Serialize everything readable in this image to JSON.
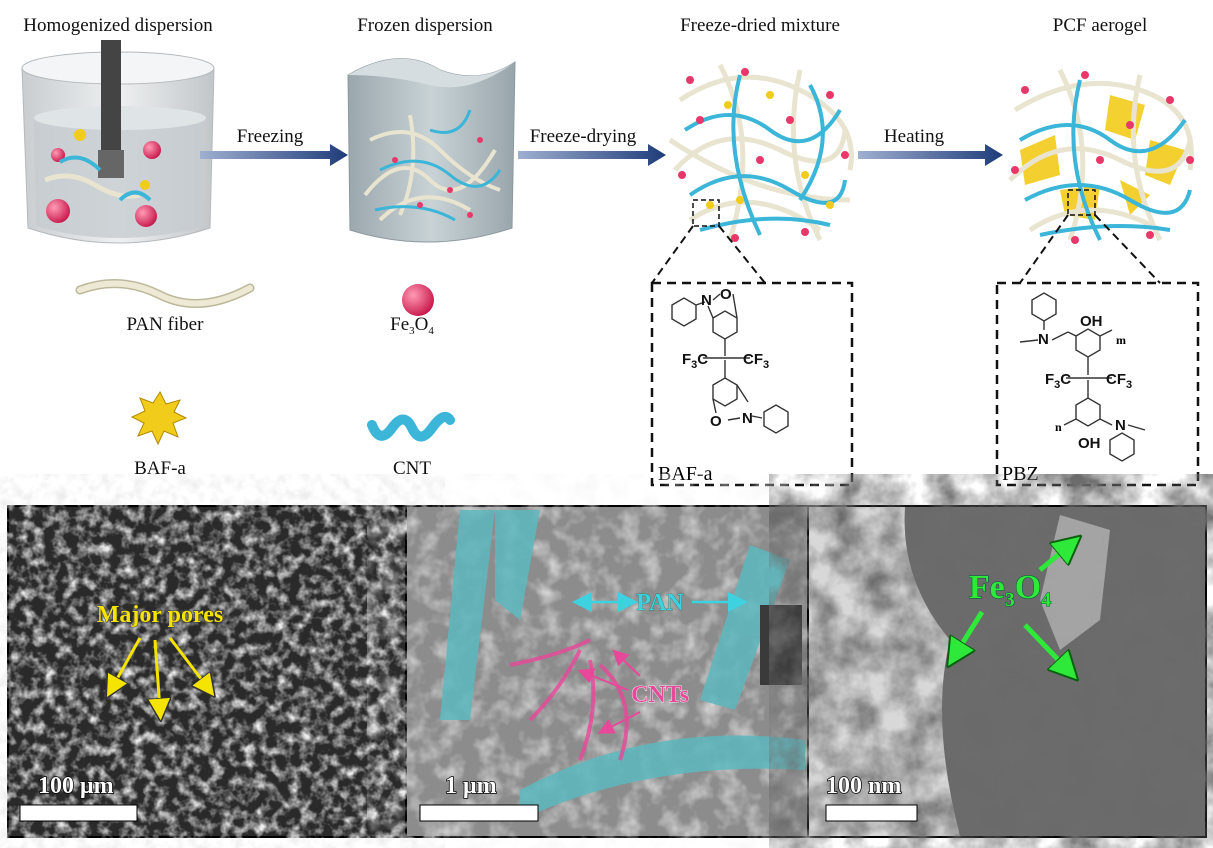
{
  "steps": [
    {
      "title": "Homogenized dispersion"
    },
    {
      "title": "Frozen dispersion"
    },
    {
      "title": "Freeze-dried mixture"
    },
    {
      "title": "PCF aerogel"
    }
  ],
  "arrows": [
    {
      "label": "Freezing"
    },
    {
      "label": "Freeze-drying"
    },
    {
      "label": "Heating"
    }
  ],
  "legend": {
    "pan": "PAN fiber",
    "fe_main": "Fe",
    "fe_sub1": "3",
    "fe_mid": "O",
    "fe_sub2": "4",
    "baf": "BAF-a",
    "cnt": "CNT"
  },
  "structures": {
    "baf": {
      "label": "BAF-a",
      "n": "N",
      "o": "O",
      "f3c": "F",
      "f3c_sub": "3",
      "f3c_c": "C",
      "cf3": "CF",
      "cf3_sub": "3"
    },
    "pbz": {
      "label": "PBZ",
      "n": "N",
      "oh": "OH",
      "m": "m",
      "nn": "n",
      "f3c": "F",
      "f3c_sub": "3",
      "f3c_c": "C",
      "cf3": "CF",
      "cf3_sub": "3"
    }
  },
  "micrographs": [
    {
      "annotation": "Major pores",
      "scale": "100 μm",
      "annotation_color": "#f5e400"
    },
    {
      "annotation_pan": "PAN",
      "annotation_cnt": "CNTs",
      "scale": "1 μm",
      "pan_color": "#3ed1e0",
      "cnt_color": "#e8489a"
    },
    {
      "annotation_main": "Fe",
      "annotation_sub1": "3",
      "annotation_mid": "O",
      "annotation_sub2": "4",
      "scale": "100 nm",
      "annotation_color": "#2ee83a"
    }
  ],
  "colors": {
    "arrow": "#1f3c7a",
    "fiber": "#e8e4d0",
    "cnt": "#3bb5d8",
    "fe3o4": "#e8386a",
    "baf": "#f2cc1a"
  }
}
